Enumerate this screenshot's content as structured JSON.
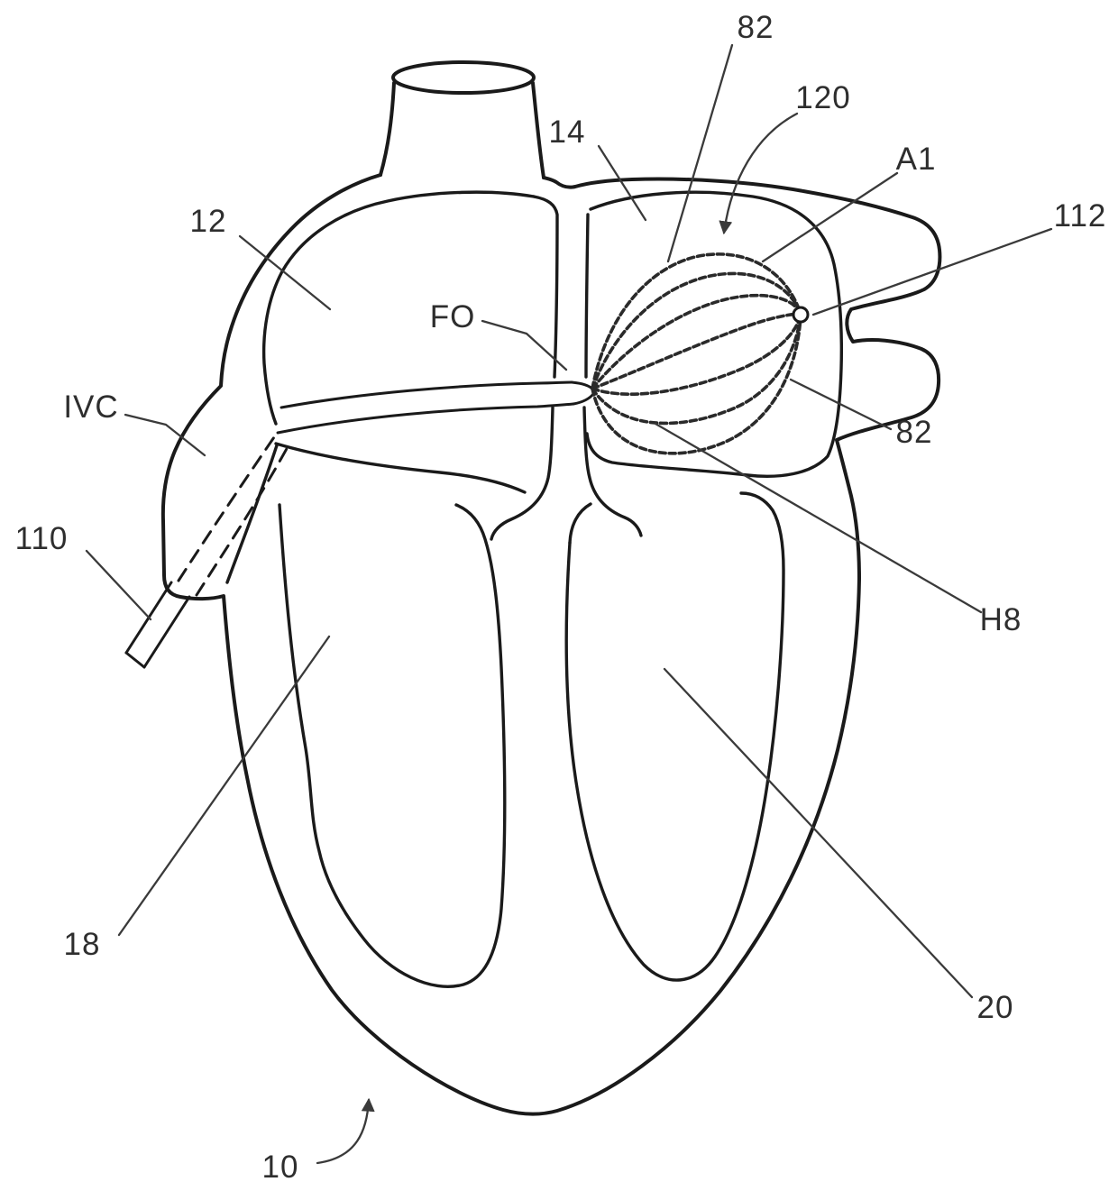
{
  "figure": {
    "background_color": "#ffffff",
    "line_color": "#1a1a1a",
    "label_color": "#2e2e2e",
    "leader_color": "#3a3a3a"
  },
  "labels": [
    {
      "text": "82"
    },
    {
      "text": "120"
    },
    {
      "text": "A1"
    },
    {
      "text": "112"
    },
    {
      "text": "14"
    },
    {
      "text": "12"
    },
    {
      "text": "FO"
    },
    {
      "text": "IVC"
    },
    {
      "text": "110"
    },
    {
      "text": "82"
    },
    {
      "text": "H8"
    },
    {
      "text": "18"
    },
    {
      "text": "20"
    },
    {
      "text": "10"
    }
  ]
}
